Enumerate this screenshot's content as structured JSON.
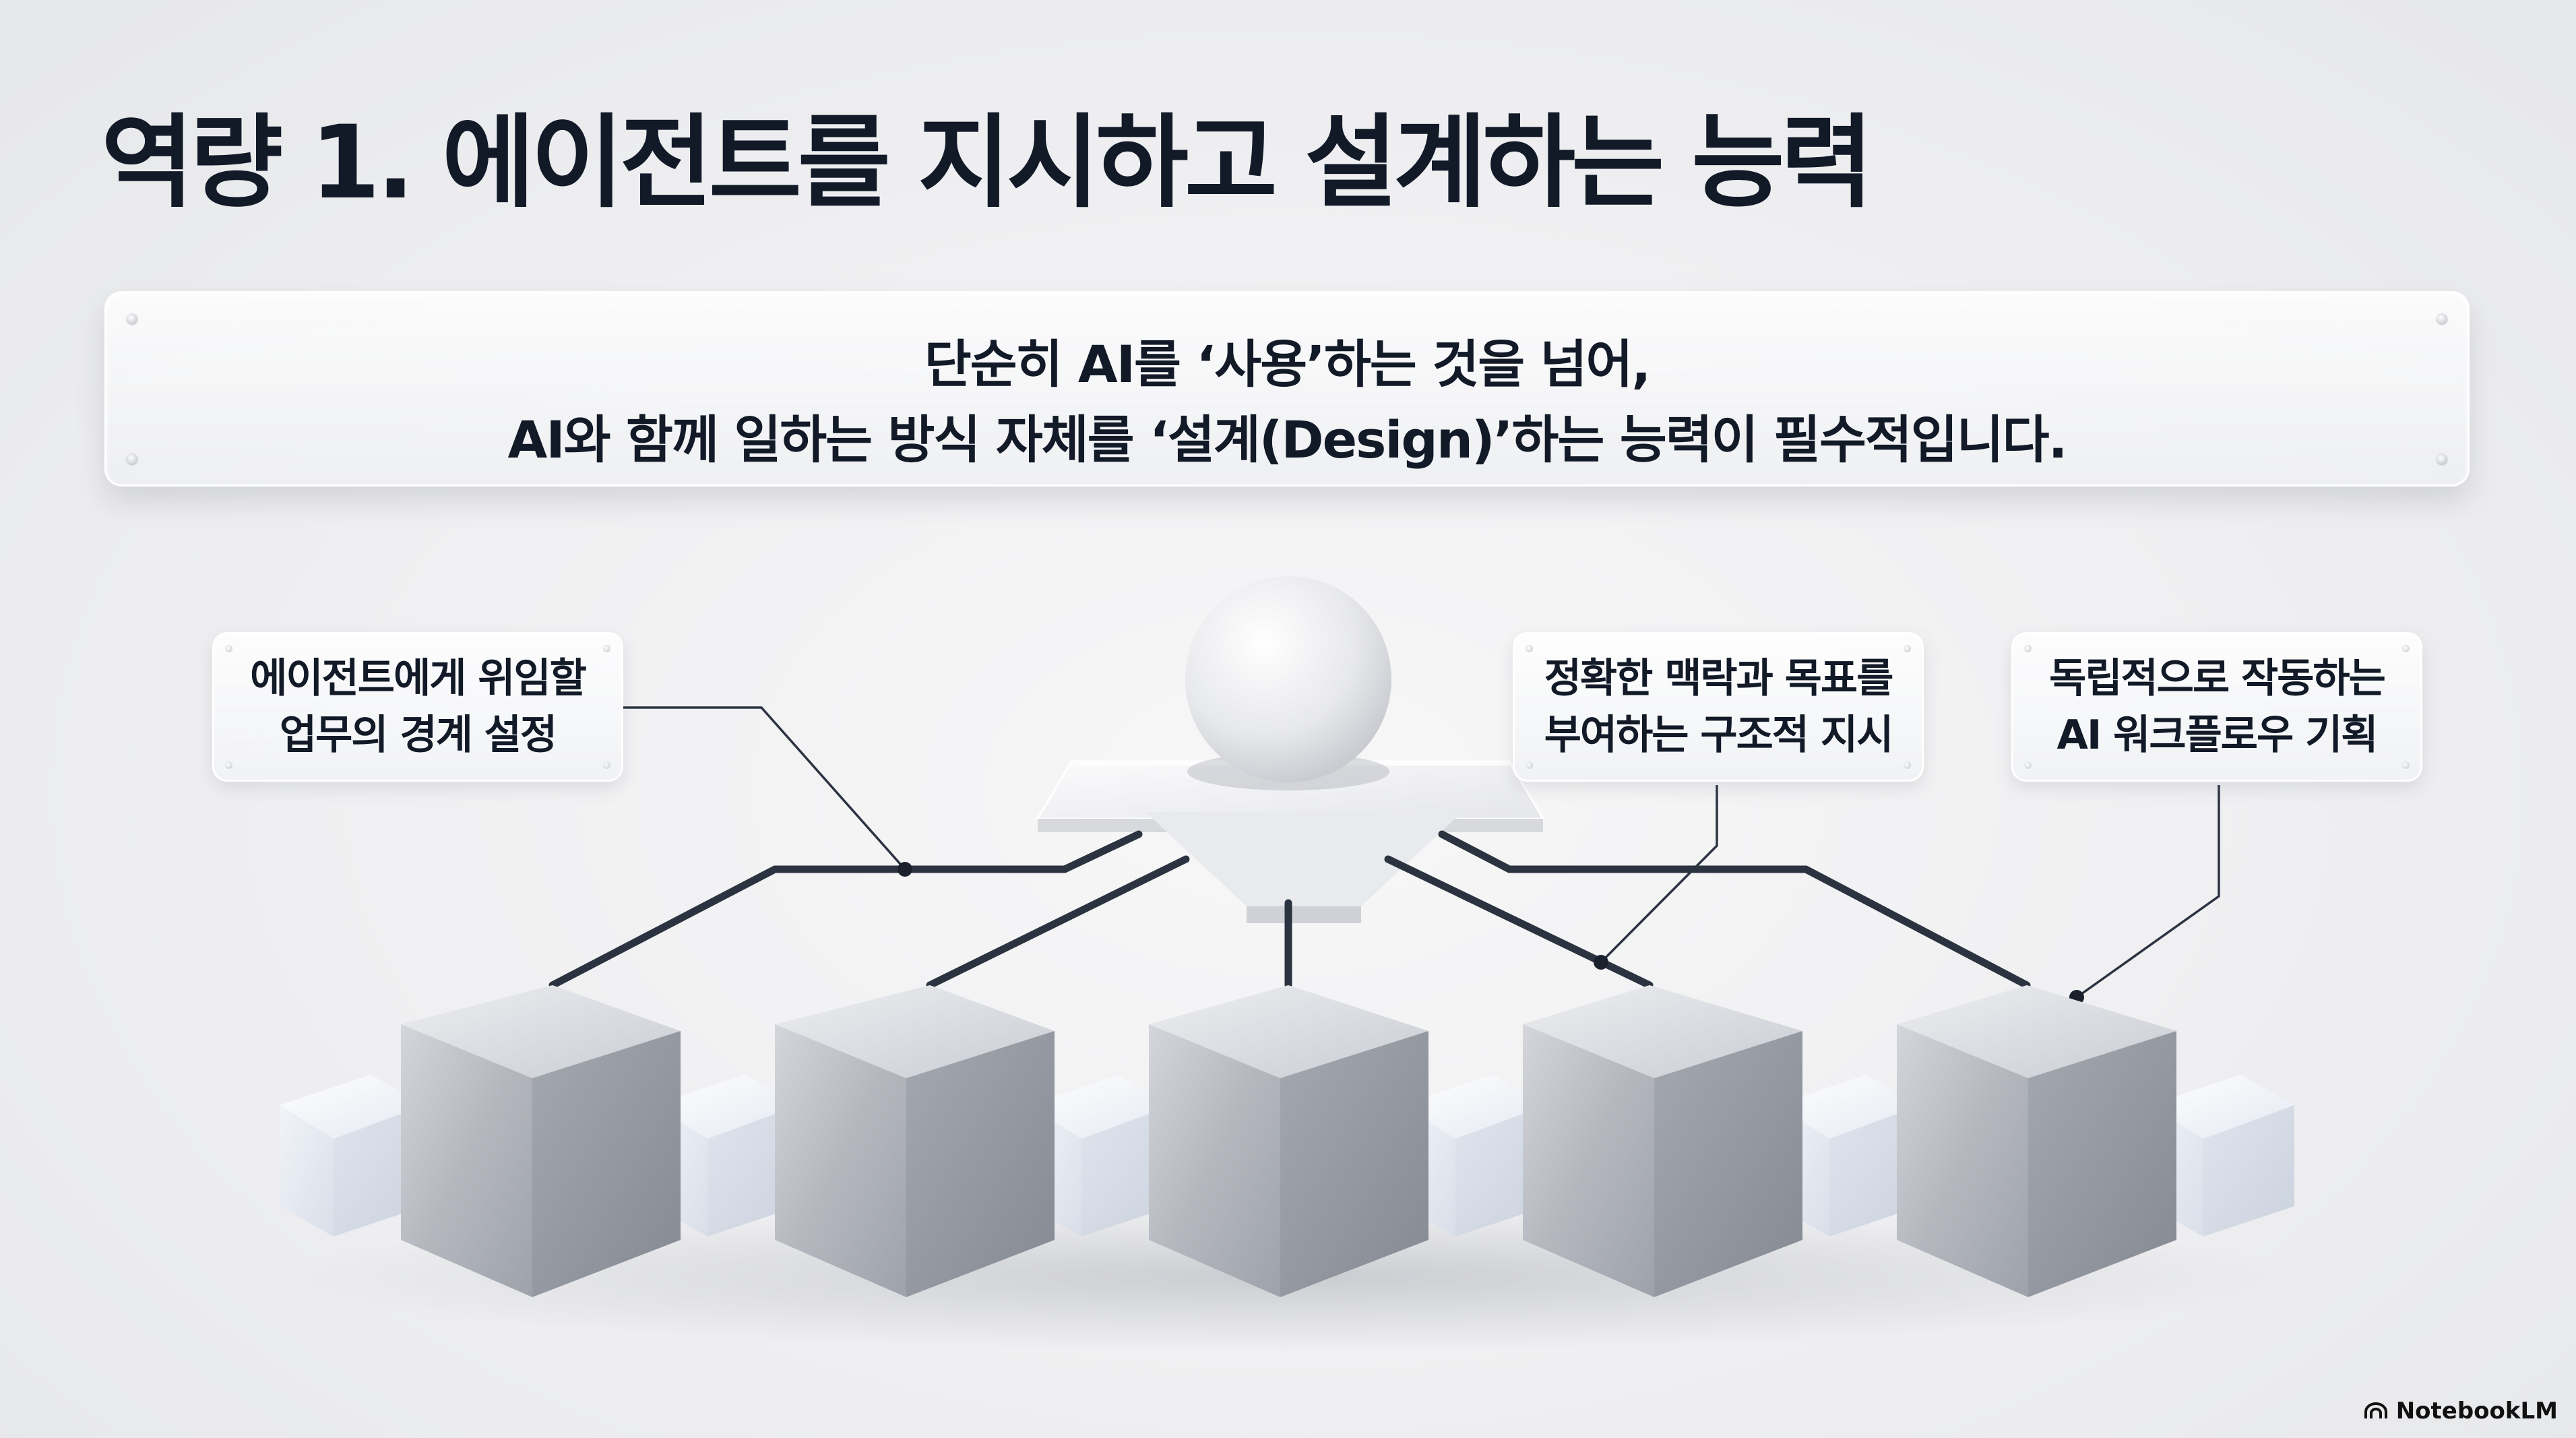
{
  "slide": {
    "title": "역량 1. 에이전트를 지시하고 설계하는 능력",
    "banner": {
      "line1": "단순히 AI를 ‘사용’하는 것을 넘어,",
      "line2": "AI와 함께 일하는 방식 자체를 ‘설계(Design)’하는 능력이 필수적입니다."
    },
    "callouts": [
      {
        "line1": "에이전트에게 위임할",
        "line2": "업무의 경계 설정"
      },
      {
        "line1": "정확한 맥락과 목표를",
        "line2": "부여하는 구조적 지시"
      },
      {
        "line1": "독립적으로 작동하는",
        "line2": "AI 워크플로우 기획"
      }
    ],
    "brand": "NotebookLM",
    "colors": {
      "title_text": "#121a28",
      "connector_line": "#2b3340",
      "metal_cube": "#b9bcc2",
      "glass_cube": "#e9eef5",
      "background": "#efeff1"
    }
  }
}
